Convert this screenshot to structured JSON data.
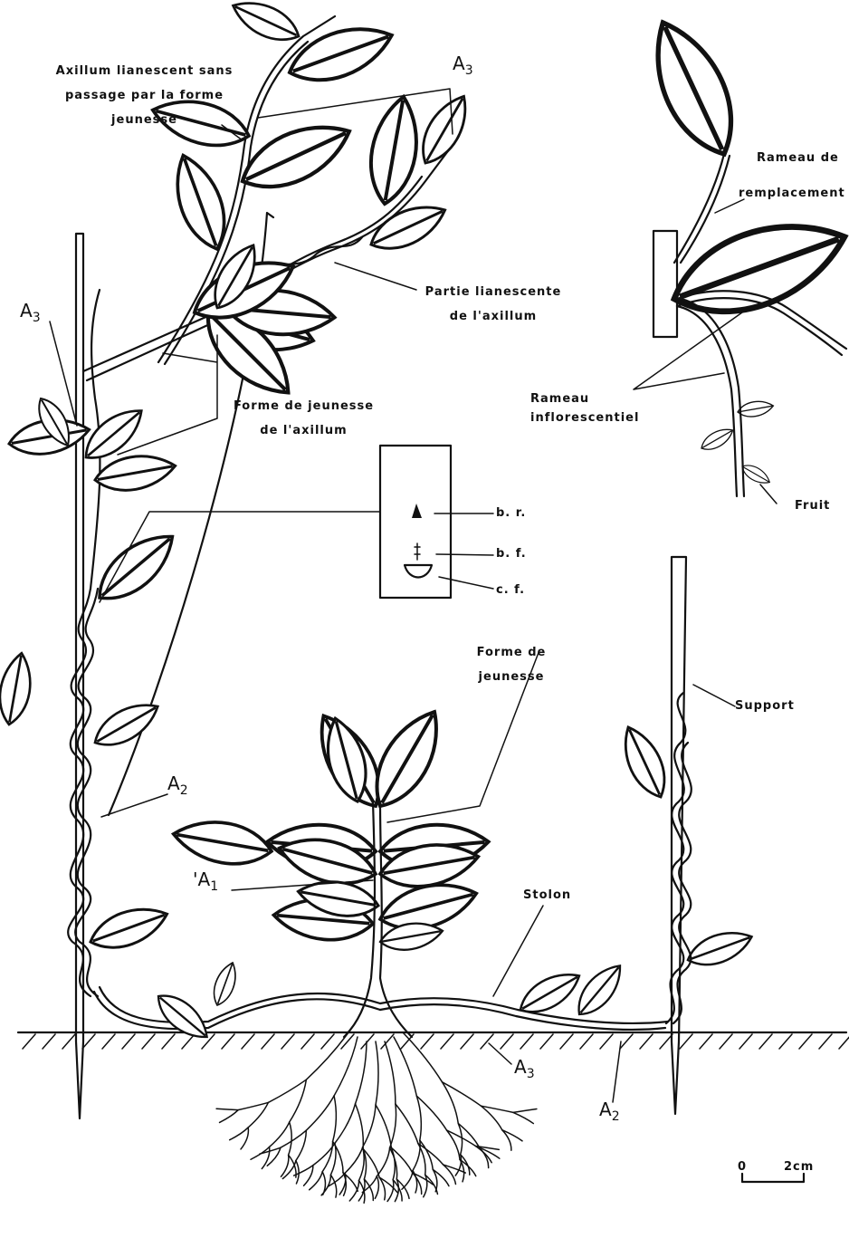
{
  "figure": {
    "labels": {
      "axillum_lianescent": [
        "Axillum lianescent sans",
        "passage par la forme",
        "jeunesse"
      ],
      "a3_top_right": "3",
      "a3_left": "3",
      "partie_lianescente": [
        "Partie lianescente",
        "de l'axillum"
      ],
      "forme_jeunesse_axillum": [
        "Forme de jeunesse",
        "de l'axillum"
      ],
      "rameau_remplacement": [
        "Rameau de",
        "remplacement"
      ],
      "rameau_inflorescentiel": [
        "Rameau",
        "inflorescentiel"
      ],
      "fruit": "Fruit",
      "br": "b. r.",
      "bf": "b. f.",
      "cf": "c. f.",
      "forme_jeunesse": [
        "Forme de",
        "jeunesse"
      ],
      "support": "Support",
      "a2_left": "2",
      "a1": "1",
      "stolon": "Stolon",
      "a3_bottom": "3",
      "a2_bottom": "2",
      "letter_a": "A",
      "scale_zero": "0",
      "scale_len": "2cm"
    }
  }
}
